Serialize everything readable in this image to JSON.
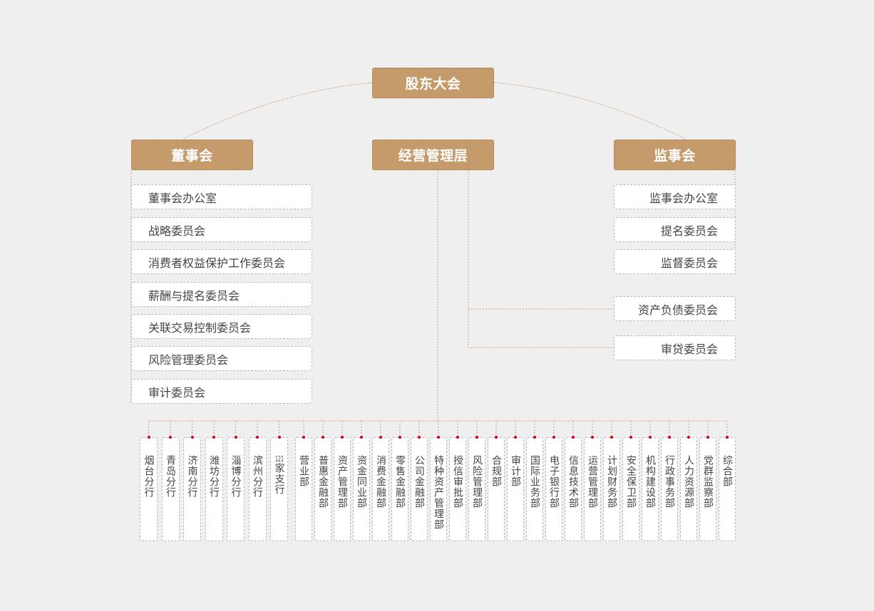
{
  "diagram": {
    "shareholders_meeting": "股东大会",
    "board": {
      "title": "董事会",
      "committees": [
        "董事会办公室",
        "战略委员会",
        "消费者权益保护工作委员会",
        "薪酬与提名委员会",
        "关联交易控制委员会",
        "风险管理委员会",
        "审计委员会"
      ]
    },
    "management": {
      "title": "经营管理层",
      "committees": [
        "资产负债委员会",
        "审贷委员会"
      ]
    },
    "supervisory_board": {
      "title": "监事会",
      "committees": [
        "监事会办公室",
        "提名委员会",
        "监督委员会"
      ]
    },
    "branches": [
      "烟台分行",
      "青岛分行",
      "济南分行",
      "潍坊分行",
      "淄博分行",
      "滨州分行",
      "121家支行"
    ],
    "departments": [
      "营业部",
      "普惠金融部",
      "资产管理部",
      "资金同业部",
      "消费金融部",
      "零售金融部",
      "公司金融部",
      "特种资产管理部",
      "授信审批部",
      "风险管理部",
      "合规部",
      "审计部",
      "国际业务部",
      "电子银行部",
      "信息技术部",
      "运营管理部",
      "计划财务部",
      "安全保卫部",
      "机构建设部",
      "行政事务部",
      "人力资源部",
      "党群监察部",
      "综合部"
    ]
  },
  "colors": {
    "header": "#c59b6c",
    "connector_line": "#c8a17b",
    "connector_dot": "#d0021b",
    "background": "#efefef"
  }
}
